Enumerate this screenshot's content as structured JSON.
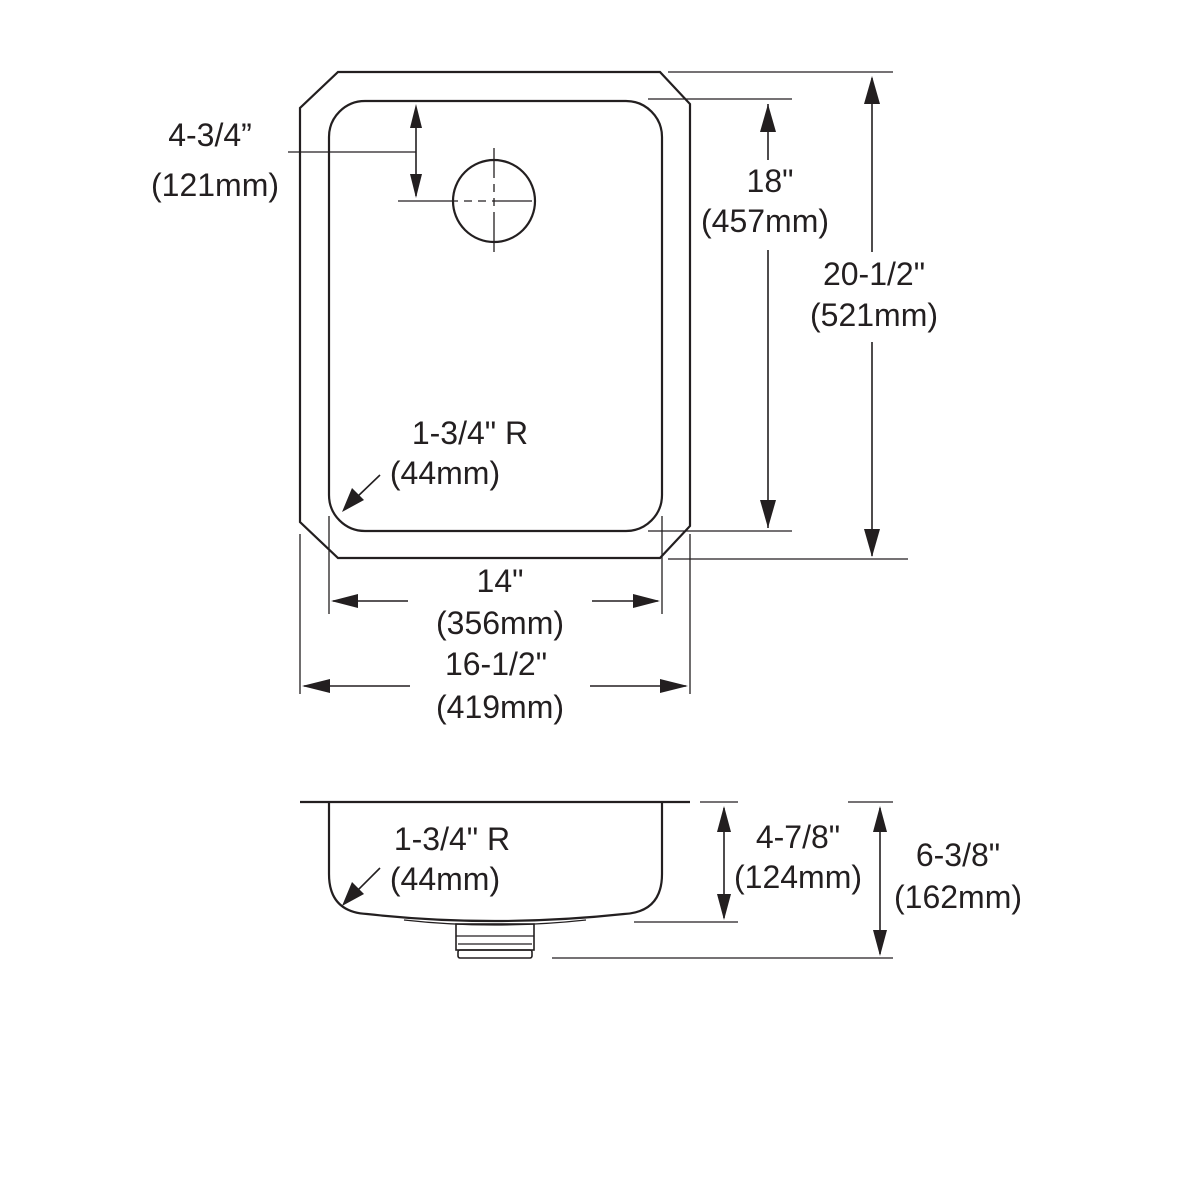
{
  "top_view": {
    "drain_offset": {
      "imperial": "4-3/4”",
      "metric": "(121mm)"
    },
    "bowl_length": {
      "imperial": "18\"",
      "metric": "(457mm)"
    },
    "overall_length": {
      "imperial": "20-1/2\"",
      "metric": "(521mm)"
    },
    "corner_radius": {
      "imperial": "1-3/4\" R",
      "metric": "(44mm)"
    },
    "bowl_width": {
      "imperial": "14\"",
      "metric": "(356mm)"
    },
    "overall_width": {
      "imperial": "16-1/2\"",
      "metric": "(419mm)"
    }
  },
  "side_view": {
    "corner_radius": {
      "imperial": "1-3/4\" R",
      "metric": "(44mm)"
    },
    "bowl_depth": {
      "imperial": "4-7/8\"",
      "metric": "(124mm)"
    },
    "overall_depth": {
      "imperial": "6-3/8\"",
      "metric": "(162mm)"
    }
  },
  "colors": {
    "line": "#231f20",
    "background": "#ffffff"
  }
}
